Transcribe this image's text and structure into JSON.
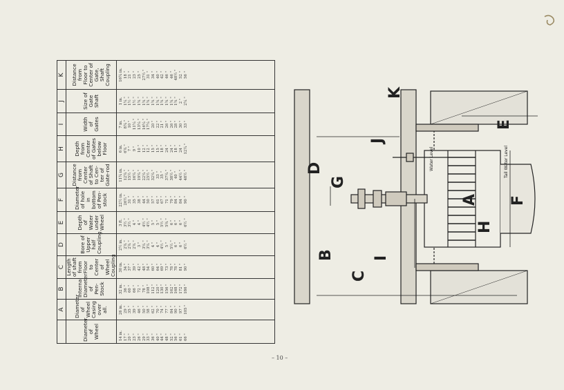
{
  "page_number": "– 10 –",
  "table": {
    "letters": [
      "",
      "A",
      "B",
      "C",
      "D",
      "E",
      "F",
      "G",
      "H",
      "I",
      "J",
      "K"
    ],
    "headers": [
      "Diameter of Wheel",
      "Diameter of Wheel Casing over all.",
      "Internal Diameter of Pen-Stock",
      "Length of shaft from Floor to Center of Wheel Coupling",
      "Bore of Upper half Coupling",
      "Depth of Water under Wheel",
      "Diameter of hole in bottom of Pen-stock",
      "Distance from Center of Shaft to Cen-ter of Gate-rod",
      "Depth from Center of Gates below Floor",
      "Width of Gates",
      "Size of Gate Shaft",
      "Distance from Floor to Center of Gate, Shaft Coupling"
    ],
    "columns": [
      [
        "14 in.",
        "17 \"",
        "20 \"",
        "23 \"",
        "26 \"",
        "29 \"",
        "33 \"",
        "36 \"",
        "40 \"",
        "44 \"",
        "48 \"",
        "52 \"",
        "56 \"",
        "61 \"",
        "66 \""
      ],
      [
        "26 in.",
        "29 \"",
        "35 \"",
        "39 \"",
        "46 \"",
        "50 \"",
        "58 \"",
        "62 \"",
        "70 \"",
        "74 \"",
        "77 \"",
        "84 \"",
        "90 \"",
        "97 \"",
        "105 \""
      ],
      [
        "32 in.",
        "36 \"",
        "60 \"",
        "66 \"",
        "72 \"",
        "78 \"",
        "108 \"",
        "112 \"",
        "120 \"",
        "130 \"",
        "156 \"",
        "162 \"",
        "168 \"",
        "172 \"",
        "186 \""
      ],
      [
        "30 in.",
        "34 \"",
        "37 \"",
        "39 \"",
        "42 \"",
        "48 \"",
        "54 \"",
        "60 \"",
        "64 \"",
        "69 \"",
        "73 \"",
        "78 \"",
        "78 \"",
        "81 \"",
        "90 \""
      ],
      [
        "2½ in.",
        "2¾ \"",
        "2¾ \"",
        "2¾ \"",
        "3 \"",
        "3¼ \"",
        "3¼ \"",
        "4 \"",
        "4 \"",
        "4½ \"",
        "5 \"",
        "5½ \"",
        "6 \"",
        "6 \"",
        "6½ \""
      ],
      [
        "3 ft.",
        "3½ \"",
        "3½ \"",
        "4 \"",
        "4 \"",
        "4½ \"",
        "4½ \"",
        "5 \"",
        "5 \"",
        "5½ \"",
        "5¾ \"",
        "6 \"",
        "6 \"",
        "6 \"",
        "6½ \""
      ],
      [
        "22½ in.",
        "26½ \"",
        "31 \"",
        "35 \"",
        "38 \"",
        "44 \"",
        "50 \"",
        "57 \"",
        "61 \"",
        "67 \"",
        "71 \"",
        "79 \"",
        "84 \"",
        "84 \"",
        "90 \""
      ],
      [
        "11¾ in.",
        "12¾ \"",
        "15½ \"",
        "16¼ \"",
        "19¼ \"",
        "22¼ \"",
        "25½ \"",
        "32¼ \"",
        "33 \"",
        "35 \"",
        "37¼ \"",
        "38½ \"",
        "40 \"",
        "44½ \"",
        "48½ \""
      ],
      [
        "6 in.",
        "6¾ \"",
        "7 \"",
        "9 \"",
        "10 \"",
        "12 \"",
        "12 \"",
        "15 \"",
        "15 \"",
        "18 \"",
        "24 \"",
        "24 \"",
        "18 \"",
        "24 \"",
        "12¼ \""
      ],
      [
        "7 in.",
        "8¾ \"",
        "10 \"",
        "11¼ \"",
        "13¼ \"",
        "16¼ \"",
        "17¼ \"",
        "20 \"",
        "22 \"",
        "21 \"",
        "26 \"",
        "26 \"",
        "28 \"",
        "30 \"",
        "33 \""
      ],
      [
        "1 in.",
        "1¼ \"",
        "1½ \"",
        "1½ \"",
        "1¾ \"",
        "1¾ \"",
        "1¾ \"",
        "1¾ \"",
        "1¾ \"",
        "1¾ \"",
        "1¾ \"",
        "1¾ \"",
        "1¾ \"",
        "2 \"",
        "2¼ \""
      ],
      [
        "16¾ in.",
        "18 \"",
        "21 \"",
        "23 \"",
        "25 \"",
        "27½ \"",
        "31 \"",
        "34 \"",
        "40 \"",
        "42 \"",
        "46 \"",
        "46 \"",
        "48½ \"",
        "52 \"",
        "56 \""
      ]
    ]
  },
  "drawing": {
    "labels": {
      "A": "A",
      "B": "B",
      "C": "C",
      "D": "D",
      "E": "E",
      "F": "F",
      "G": "G",
      "H": "H",
      "I": "I",
      "J": "J",
      "K": "K"
    },
    "water_level_text": "Water Level",
    "tail_water_text": "Tail Water Level"
  }
}
